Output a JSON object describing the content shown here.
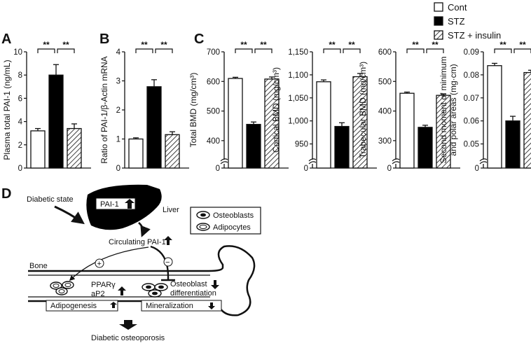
{
  "legend": {
    "entries": [
      {
        "label": "Cont",
        "fill": "white"
      },
      {
        "label": "STZ",
        "fill": "black"
      },
      {
        "label": "STZ + insulin",
        "fill": "hatch"
      }
    ]
  },
  "colors": {
    "stroke": "#111111",
    "bar_cont": "#ffffff",
    "bar_stz": "#000000"
  },
  "chart_data": [
    {
      "panel": "A",
      "type": "bar",
      "ylabel": "Plasma total PAI-1 (ng/mL)",
      "yticks": [
        "0",
        "2",
        "4",
        "6",
        "8",
        "10"
      ],
      "ylim": [
        0,
        10
      ],
      "categories": [
        "Cont",
        "STZ",
        "STZ + insulin"
      ],
      "values": [
        3.2,
        8.0,
        3.4
      ],
      "errors": [
        0.2,
        0.9,
        0.4
      ],
      "significance": [
        "**",
        "**"
      ],
      "axis_break": false
    },
    {
      "panel": "B",
      "type": "bar",
      "ylabel": "Ratio of PAI-1/β-Actin mRNA",
      "yticks": [
        "0",
        "1",
        "2",
        "3",
        "4"
      ],
      "ylim": [
        0,
        4
      ],
      "categories": [
        "Cont",
        "STZ",
        "STZ + insulin"
      ],
      "values": [
        1.0,
        2.8,
        1.15
      ],
      "errors": [
        0.04,
        0.24,
        0.1
      ],
      "significance": [
        "**",
        "**"
      ],
      "axis_break": false
    },
    {
      "panel": "C",
      "type": "bar",
      "ylabel": "Total BMD (mg/cm³)",
      "yticks": [
        "0",
        "400",
        "500",
        "600",
        "700"
      ],
      "ylim": [
        350,
        700
      ],
      "categories": [
        "Cont",
        "STZ",
        "STZ + insulin"
      ],
      "values": [
        610,
        455,
        608
      ],
      "errors": [
        4,
        8,
        7
      ],
      "significance": [
        "**",
        "**"
      ],
      "axis_break": true
    },
    {
      "panel": "C",
      "type": "bar",
      "ylabel": "Cortical BMD (mg/cm³)",
      "yticks": [
        "0",
        "950",
        "1,000",
        "1,050",
        "1,100",
        "1,150"
      ],
      "ylim": [
        925,
        1150
      ],
      "categories": [
        "Cont",
        "STZ",
        "STZ + insulin"
      ],
      "values": [
        1085,
        988,
        1096
      ],
      "errors": [
        4,
        8,
        7
      ],
      "significance": [
        "**",
        "**"
      ],
      "axis_break": true
    },
    {
      "panel": "C",
      "type": "bar",
      "ylabel": "Trabecular BMD (mg/cm³)",
      "yticks": [
        "0",
        "300",
        "400",
        "500",
        "600"
      ],
      "ylim": [
        250,
        600
      ],
      "categories": [
        "Cont",
        "STZ",
        "STZ + insulin"
      ],
      "values": [
        460,
        345,
        453
      ],
      "errors": [
        4,
        7,
        5
      ],
      "significance": [
        "**",
        "**"
      ],
      "axis_break": true
    },
    {
      "panel": "C",
      "type": "bar",
      "ylabel": "Second moment of minimum and polar areas (mg·cm)",
      "yticks": [
        "0",
        "0.05",
        "0.06",
        "0.07",
        "0.08",
        "0.09"
      ],
      "ylim": [
        0.045,
        0.09
      ],
      "categories": [
        "Cont",
        "STZ",
        "STZ + insulin"
      ],
      "values": [
        0.084,
        0.06,
        0.081
      ],
      "errors": [
        0.001,
        0.002,
        0.001
      ],
      "significance": [
        "**",
        "**"
      ],
      "axis_break": true
    }
  ],
  "diagram": {
    "panel_letter": "D",
    "diabetic_state": "Diabetic state",
    "liver_box": "PAI-1",
    "liver": "Liver",
    "legend_osteoblasts": "Osteoblasts",
    "legend_adipocytes": "Adipocytes",
    "circulating": "Circulating  PAI-1",
    "bone": "Bone",
    "plus": "+",
    "minus": "−",
    "ppar": "PPARγ",
    "ap2": "aP2",
    "adipogenesis": "Adipogenesis",
    "osteoblast": "Osteoblast",
    "differentiation": "differentiation",
    "mineralization": "Mineralization",
    "outcome": "Diabetic osteoporosis"
  }
}
